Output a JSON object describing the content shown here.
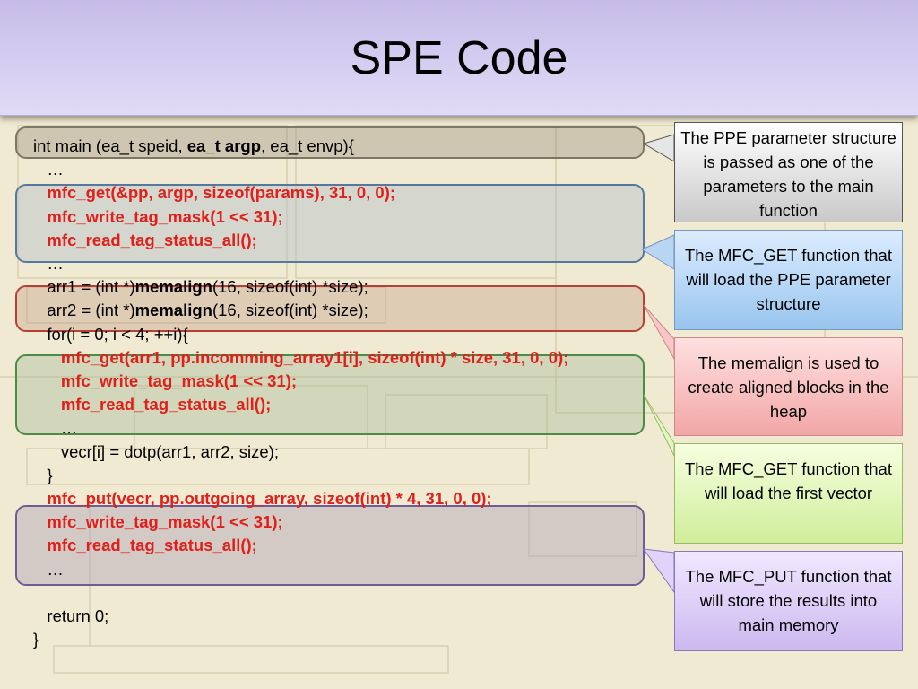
{
  "title": "SPE Code",
  "code_lines": [
    {
      "segments": [
        {
          "t": "int main (ea_t speid, ",
          "s": "n"
        },
        {
          "t": "ea_t argp",
          "s": "b"
        },
        {
          "t": ", ea_t envp){",
          "s": "n"
        }
      ]
    },
    {
      "segments": [
        {
          "t": "   …",
          "s": "n"
        }
      ]
    },
    {
      "segments": [
        {
          "t": "   mfc_get(&pp, argp, sizeof(params), 31, 0, 0);",
          "s": "r"
        }
      ]
    },
    {
      "segments": [
        {
          "t": "   mfc_write_tag_mask(1 << 31);",
          "s": "r"
        }
      ]
    },
    {
      "segments": [
        {
          "t": "   mfc_read_tag_status_all();",
          "s": "r"
        }
      ]
    },
    {
      "segments": [
        {
          "t": "   …",
          "s": "n"
        }
      ]
    },
    {
      "segments": [
        {
          "t": "   arr1 = (int *)",
          "s": "n"
        },
        {
          "t": "memalign",
          "s": "b"
        },
        {
          "t": "(16, sizeof(int) *size);",
          "s": "n"
        }
      ]
    },
    {
      "segments": [
        {
          "t": "   arr2 = (int *)",
          "s": "n"
        },
        {
          "t": "memalign",
          "s": "b"
        },
        {
          "t": "(16, sizeof(int) *size);",
          "s": "n"
        }
      ]
    },
    {
      "segments": [
        {
          "t": "   for(i = 0; i < 4; ++i){",
          "s": "n"
        }
      ]
    },
    {
      "segments": [
        {
          "t": "      mfc_get(arr1, pp.incomming_array1[i], sizeof(int) * size, 31, 0, 0);",
          "s": "r"
        }
      ]
    },
    {
      "segments": [
        {
          "t": "      mfc_write_tag_mask(1 << 31);",
          "s": "r"
        }
      ]
    },
    {
      "segments": [
        {
          "t": "      mfc_read_tag_status_all();",
          "s": "r"
        }
      ]
    },
    {
      "segments": [
        {
          "t": "      …",
          "s": "n"
        }
      ]
    },
    {
      "segments": [
        {
          "t": "      vecr[i] = dotp(arr1, arr2, size);",
          "s": "n"
        }
      ]
    },
    {
      "segments": [
        {
          "t": "   }",
          "s": "n"
        }
      ]
    },
    {
      "segments": [
        {
          "t": "   mfc_put(vecr, pp.outgoing_array, sizeof(int) * 4, 31, 0, 0);",
          "s": "r"
        }
      ]
    },
    {
      "segments": [
        {
          "t": "   mfc_write_tag_mask(1 << 31);",
          "s": "r"
        }
      ]
    },
    {
      "segments": [
        {
          "t": "   mfc_read_tag_status_all();",
          "s": "r"
        }
      ]
    },
    {
      "segments": [
        {
          "t": "   …",
          "s": "n"
        }
      ]
    },
    {
      "segments": [
        {
          "t": "",
          "s": "n"
        }
      ]
    },
    {
      "segments": [
        {
          "t": "   return 0;",
          "s": "n"
        }
      ]
    },
    {
      "segments": [
        {
          "t": "}",
          "s": "n"
        }
      ]
    }
  ],
  "callouts": {
    "ppe_param": "The PPE parameter structure is passed as one of the parameters to the main function",
    "mfc_get_param": "The MFC_GET function that will load the PPE parameter structure",
    "memalign": "The memalign is used to create aligned blocks in the heap",
    "mfc_get_vector": "The MFC_GET function that will load the first vector",
    "mfc_put": "The MFC_PUT function that will store the results into main memory"
  },
  "colors": {
    "code_highlight_red": "#e0201b",
    "title_bar": "#d7cff1",
    "background": "#f1ead2"
  }
}
